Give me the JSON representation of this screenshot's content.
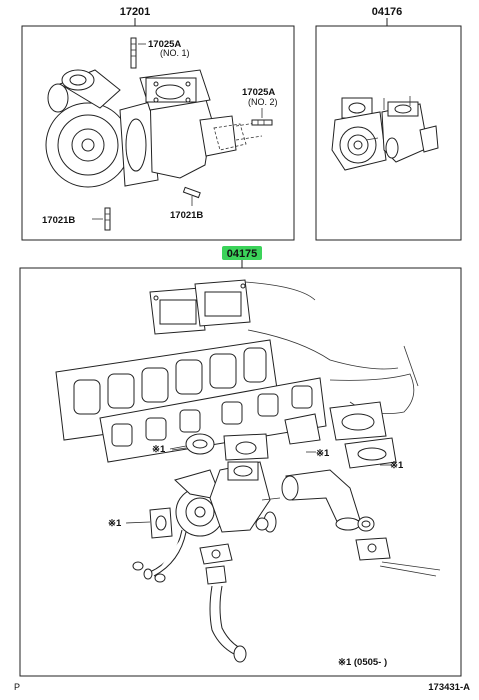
{
  "callouts": {
    "turbo": "17201",
    "stud_a1_code": "17025A",
    "stud_a1_note": "(NO. 1)",
    "stud_a2_code": "17025A",
    "stud_a2_note": "(NO. 2)",
    "stud_b_left": "17021B",
    "stud_b_right": "17021B",
    "gasket_kit": "04176",
    "overhaul_kit": "04175"
  },
  "notes": {
    "mark_1": "※1",
    "mark_2": "※1",
    "mark_3": "※1",
    "mark_4": "※1",
    "footnote": "※1 (0505-        )"
  },
  "footer": {
    "left": "P",
    "diagram_id": "173431-A"
  },
  "highlight_color": "#3bd35a"
}
